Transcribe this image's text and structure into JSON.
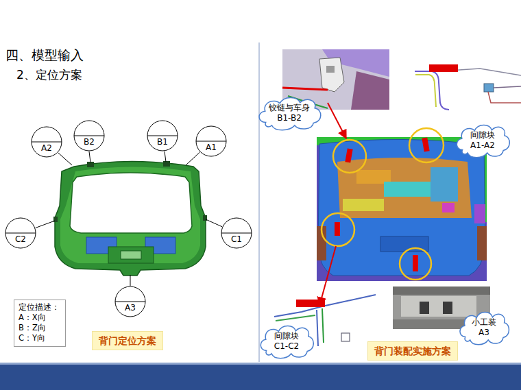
{
  "diagram": {
    "title": "四、模型输入",
    "nodes": [
      {
        "text": [
          "A2"
        ]
      },
      {
        "text": [
          "B2"
        ]
      },
      {
        "text": [
          "B1"
        ]
      },
      {
        "text": [
          "A1"
        ]
      },
      {
        "text": [
          "C2"
        ]
      },
      {
        "text": [
          "C1"
        ]
      },
      {
        "text": [
          "A3"
        ]
      },
      {
        "text": [
          "定位描述：",
          "A：X向",
          "B：Z向",
          "C：Y向"
        ]
      },
      {
        "text": [
          "背门定位方案"
        ]
      },
      {
        "text": [
          "铰链与车身 B1-B2"
        ]
      },
      {
        "text": [
          "间隙块 A1-A2"
        ]
      },
      {
        "text": [
          "间隙块 C1-C2"
        ]
      },
      {
        "text": [
          "小工装 A3"
        ]
      },
      {
        "text": [
          "背门装配实施方案"
        ]
      }
    ],
    "labels": [
      "2、定位方案"
    ]
  }
}
